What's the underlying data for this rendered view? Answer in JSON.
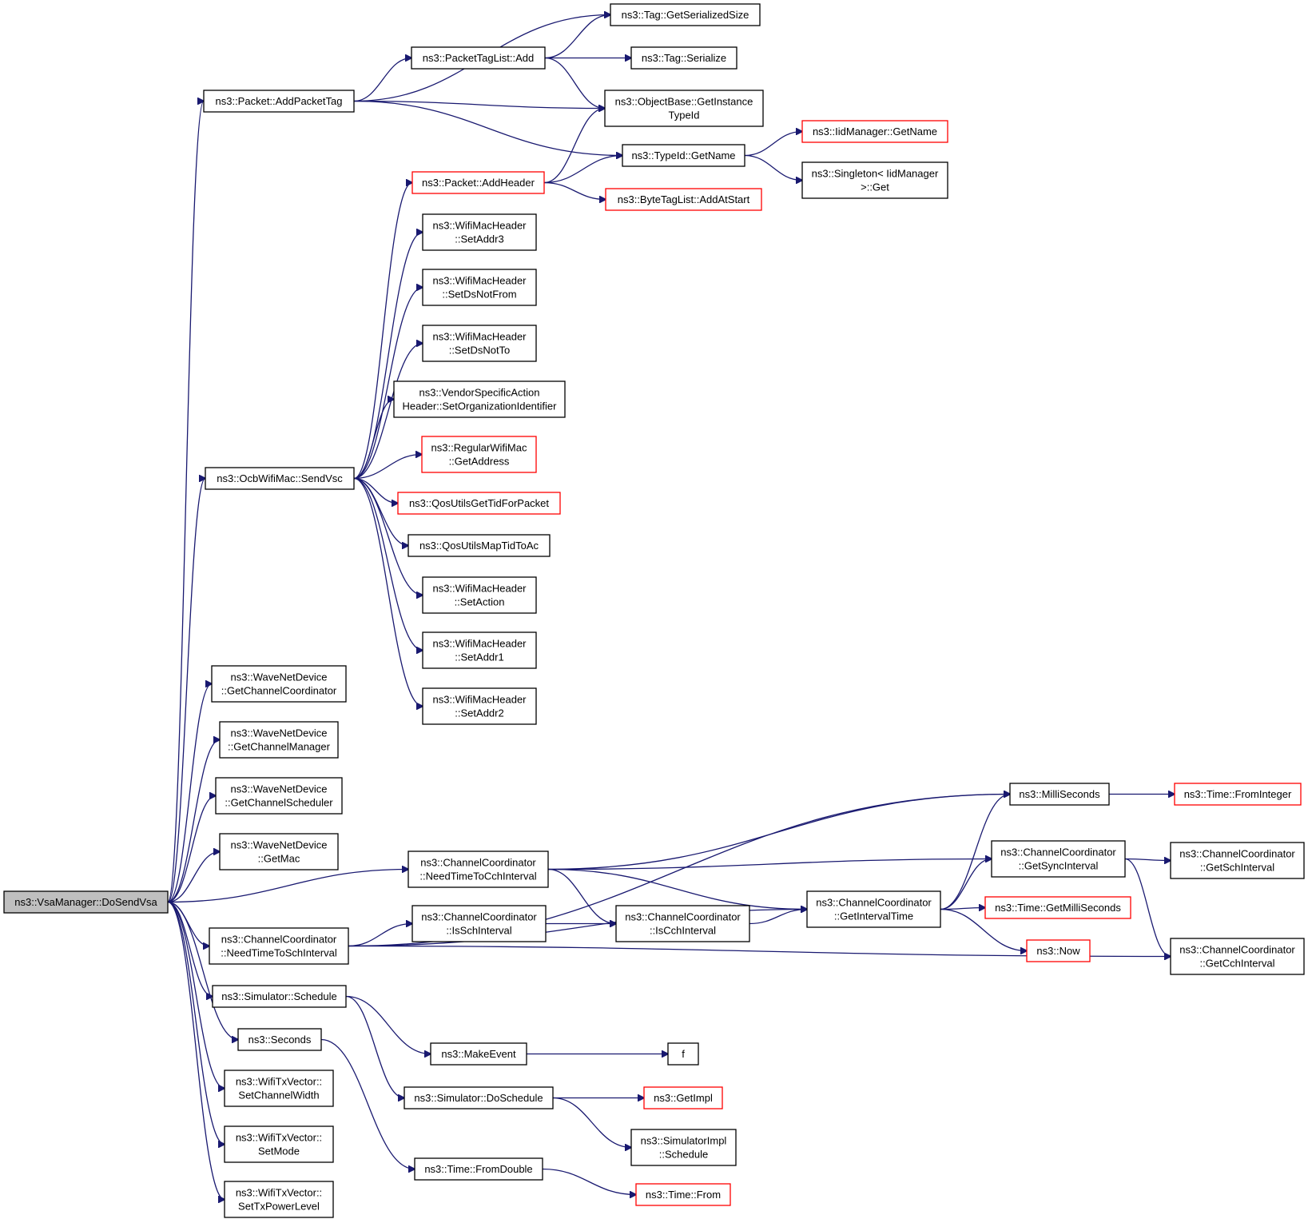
{
  "nodes": [
    {
      "id": "root",
      "lines": [
        "ns3::VsaManager::DoSendVsa"
      ],
      "style": "root"
    },
    {
      "id": "addPacketTag",
      "lines": [
        "ns3::Packet::AddPacketTag"
      ],
      "style": "normal"
    },
    {
      "id": "tagGetSerSize",
      "lines": [
        "ns3::Tag::GetSerializedSize"
      ],
      "style": "normal"
    },
    {
      "id": "packetTagListAdd",
      "lines": [
        "ns3::PacketTagList::Add"
      ],
      "style": "normal"
    },
    {
      "id": "tagSerialize",
      "lines": [
        "ns3::Tag::Serialize"
      ],
      "style": "normal"
    },
    {
      "id": "getInstanceTypeId",
      "lines": [
        "ns3::ObjectBase::GetInstance",
        "TypeId"
      ],
      "style": "normal"
    },
    {
      "id": "typeIdGetName",
      "lines": [
        "ns3::TypeId::GetName"
      ],
      "style": "normal"
    },
    {
      "id": "iidManagerGetName",
      "lines": [
        "ns3::IidManager::GetName"
      ],
      "style": "red"
    },
    {
      "id": "singletonGet",
      "lines": [
        "ns3::Singleton< IidManager",
        ">::Get"
      ],
      "style": "normal"
    },
    {
      "id": "packetAddHeader",
      "lines": [
        "ns3::Packet::AddHeader"
      ],
      "style": "red"
    },
    {
      "id": "byteTagListAddAtStart",
      "lines": [
        "ns3::ByteTagList::AddAtStart"
      ],
      "style": "red"
    },
    {
      "id": "setAddr3",
      "lines": [
        "ns3::WifiMacHeader",
        "::SetAddr3"
      ],
      "style": "normal"
    },
    {
      "id": "setDsNotFrom",
      "lines": [
        "ns3::WifiMacHeader",
        "::SetDsNotFrom"
      ],
      "style": "normal"
    },
    {
      "id": "setDsNotTo",
      "lines": [
        "ns3::WifiMacHeader",
        "::SetDsNotTo"
      ],
      "style": "normal"
    },
    {
      "id": "vendorSetOrgId",
      "lines": [
        "ns3::VendorSpecificAction",
        "Header::SetOrganizationIdentifier"
      ],
      "style": "normal"
    },
    {
      "id": "regularGetAddress",
      "lines": [
        "ns3::RegularWifiMac",
        "::GetAddress"
      ],
      "style": "red"
    },
    {
      "id": "sendVsc",
      "lines": [
        "ns3::OcbWifiMac::SendVsc"
      ],
      "style": "normal"
    },
    {
      "id": "qosGetTid",
      "lines": [
        "ns3::QosUtilsGetTidForPacket"
      ],
      "style": "red"
    },
    {
      "id": "qosMapTid",
      "lines": [
        "ns3::QosUtilsMapTidToAc"
      ],
      "style": "normal"
    },
    {
      "id": "setAction",
      "lines": [
        "ns3::WifiMacHeader",
        "::SetAction"
      ],
      "style": "normal"
    },
    {
      "id": "setAddr1",
      "lines": [
        "ns3::WifiMacHeader",
        "::SetAddr1"
      ],
      "style": "normal"
    },
    {
      "id": "setAddr2",
      "lines": [
        "ns3::WifiMacHeader",
        "::SetAddr2"
      ],
      "style": "normal"
    },
    {
      "id": "wndGetCoord",
      "lines": [
        "ns3::WaveNetDevice",
        "::GetChannelCoordinator"
      ],
      "style": "normal"
    },
    {
      "id": "wndGetManager",
      "lines": [
        "ns3::WaveNetDevice",
        "::GetChannelManager"
      ],
      "style": "normal"
    },
    {
      "id": "wndGetScheduler",
      "lines": [
        "ns3::WaveNetDevice",
        "::GetChannelScheduler"
      ],
      "style": "normal"
    },
    {
      "id": "wndGetMac",
      "lines": [
        "ns3::WaveNetDevice",
        "::GetMac"
      ],
      "style": "normal"
    },
    {
      "id": "needTimeToCch",
      "lines": [
        "ns3::ChannelCoordinator",
        "::NeedTimeToCchInterval"
      ],
      "style": "normal"
    },
    {
      "id": "needTimeToSch",
      "lines": [
        "ns3::ChannelCoordinator",
        "::NeedTimeToSchInterval"
      ],
      "style": "normal"
    },
    {
      "id": "isSchInterval",
      "lines": [
        "ns3::ChannelCoordinator",
        "::IsSchInterval"
      ],
      "style": "normal"
    },
    {
      "id": "isCchInterval",
      "lines": [
        "ns3::ChannelCoordinator",
        "::IsCchInterval"
      ],
      "style": "normal"
    },
    {
      "id": "getIntervalTime",
      "lines": [
        "ns3::ChannelCoordinator",
        "::GetIntervalTime"
      ],
      "style": "normal"
    },
    {
      "id": "milliSeconds",
      "lines": [
        "ns3::MilliSeconds"
      ],
      "style": "normal"
    },
    {
      "id": "timeFromInteger",
      "lines": [
        "ns3::Time::FromInteger"
      ],
      "style": "red"
    },
    {
      "id": "getSyncInterval",
      "lines": [
        "ns3::ChannelCoordinator",
        "::GetSyncInterval"
      ],
      "style": "normal"
    },
    {
      "id": "getSchInterval",
      "lines": [
        "ns3::ChannelCoordinator",
        "::GetSchInterval"
      ],
      "style": "normal"
    },
    {
      "id": "getCchInterval",
      "lines": [
        "ns3::ChannelCoordinator",
        "::GetCchInterval"
      ],
      "style": "normal"
    },
    {
      "id": "timeGetMilliSeconds",
      "lines": [
        "ns3::Time::GetMilliSeconds"
      ],
      "style": "red"
    },
    {
      "id": "now",
      "lines": [
        "ns3::Now"
      ],
      "style": "red"
    },
    {
      "id": "simSchedule",
      "lines": [
        "ns3::Simulator::Schedule"
      ],
      "style": "normal"
    },
    {
      "id": "seconds",
      "lines": [
        "ns3::Seconds"
      ],
      "style": "normal"
    },
    {
      "id": "makeEvent",
      "lines": [
        "ns3::MakeEvent"
      ],
      "style": "normal"
    },
    {
      "id": "f",
      "lines": [
        "f"
      ],
      "style": "normal"
    },
    {
      "id": "simDoSchedule",
      "lines": [
        "ns3::Simulator::DoSchedule"
      ],
      "style": "normal"
    },
    {
      "id": "getImpl",
      "lines": [
        "ns3::GetImpl"
      ],
      "style": "red"
    },
    {
      "id": "simImplSchedule",
      "lines": [
        "ns3::SimulatorImpl",
        "::Schedule"
      ],
      "style": "normal"
    },
    {
      "id": "timeFromDouble",
      "lines": [
        "ns3::Time::FromDouble"
      ],
      "style": "normal"
    },
    {
      "id": "timeFrom",
      "lines": [
        "ns3::Time::From"
      ],
      "style": "red"
    },
    {
      "id": "setChannelWidth",
      "lines": [
        "ns3::WifiTxVector::",
        "SetChannelWidth"
      ],
      "style": "normal"
    },
    {
      "id": "setMode",
      "lines": [
        "ns3::WifiTxVector::",
        "SetMode"
      ],
      "style": "normal"
    },
    {
      "id": "setTxPowerLevel",
      "lines": [
        "ns3::WifiTxVector::",
        "SetTxPowerLevel"
      ],
      "style": "normal"
    }
  ],
  "edges": [
    [
      "root",
      "addPacketTag"
    ],
    [
      "root",
      "sendVsc"
    ],
    [
      "root",
      "wndGetCoord"
    ],
    [
      "root",
      "wndGetManager"
    ],
    [
      "root",
      "wndGetScheduler"
    ],
    [
      "root",
      "wndGetMac"
    ],
    [
      "root",
      "needTimeToCch"
    ],
    [
      "root",
      "needTimeToSch"
    ],
    [
      "root",
      "simSchedule"
    ],
    [
      "root",
      "seconds"
    ],
    [
      "root",
      "setChannelWidth"
    ],
    [
      "root",
      "setMode"
    ],
    [
      "root",
      "setTxPowerLevel"
    ],
    [
      "addPacketTag",
      "tagGetSerSize"
    ],
    [
      "addPacketTag",
      "packetTagListAdd"
    ],
    [
      "addPacketTag",
      "getInstanceTypeId"
    ],
    [
      "addPacketTag",
      "typeIdGetName"
    ],
    [
      "packetTagListAdd",
      "tagGetSerSize"
    ],
    [
      "packetTagListAdd",
      "tagSerialize"
    ],
    [
      "packetTagListAdd",
      "getInstanceTypeId"
    ],
    [
      "typeIdGetName",
      "iidManagerGetName"
    ],
    [
      "typeIdGetName",
      "singletonGet"
    ],
    [
      "packetAddHeader",
      "getInstanceTypeId"
    ],
    [
      "packetAddHeader",
      "typeIdGetName"
    ],
    [
      "packetAddHeader",
      "byteTagListAddAtStart"
    ],
    [
      "sendVsc",
      "packetAddHeader"
    ],
    [
      "sendVsc",
      "setAddr3"
    ],
    [
      "sendVsc",
      "setDsNotFrom"
    ],
    [
      "sendVsc",
      "setDsNotTo"
    ],
    [
      "sendVsc",
      "vendorSetOrgId"
    ],
    [
      "sendVsc",
      "regularGetAddress"
    ],
    [
      "sendVsc",
      "qosGetTid"
    ],
    [
      "sendVsc",
      "qosMapTid"
    ],
    [
      "sendVsc",
      "setAction"
    ],
    [
      "sendVsc",
      "setAddr1"
    ],
    [
      "sendVsc",
      "setAddr2"
    ],
    [
      "needTimeToCch",
      "milliSeconds"
    ],
    [
      "needTimeToCch",
      "getSyncInterval"
    ],
    [
      "needTimeToCch",
      "getIntervalTime"
    ],
    [
      "needTimeToCch",
      "isCchInterval"
    ],
    [
      "needTimeToSch",
      "milliSeconds"
    ],
    [
      "needTimeToSch",
      "isSchInterval"
    ],
    [
      "needTimeToSch",
      "getIntervalTime"
    ],
    [
      "needTimeToSch",
      "getCchInterval"
    ],
    [
      "isSchInterval",
      "isCchInterval"
    ],
    [
      "isCchInterval",
      "getIntervalTime"
    ],
    [
      "getIntervalTime",
      "milliSeconds"
    ],
    [
      "getIntervalTime",
      "getSyncInterval"
    ],
    [
      "getIntervalTime",
      "timeGetMilliSeconds"
    ],
    [
      "getIntervalTime",
      "now"
    ],
    [
      "milliSeconds",
      "timeFromInteger"
    ],
    [
      "getSyncInterval",
      "getSchInterval"
    ],
    [
      "getSyncInterval",
      "getCchInterval"
    ],
    [
      "simSchedule",
      "makeEvent"
    ],
    [
      "simSchedule",
      "simDoSchedule"
    ],
    [
      "makeEvent",
      "f"
    ],
    [
      "simDoSchedule",
      "getImpl"
    ],
    [
      "simDoSchedule",
      "simImplSchedule"
    ],
    [
      "seconds",
      "timeFromDouble"
    ],
    [
      "timeFromDouble",
      "timeFrom"
    ]
  ]
}
